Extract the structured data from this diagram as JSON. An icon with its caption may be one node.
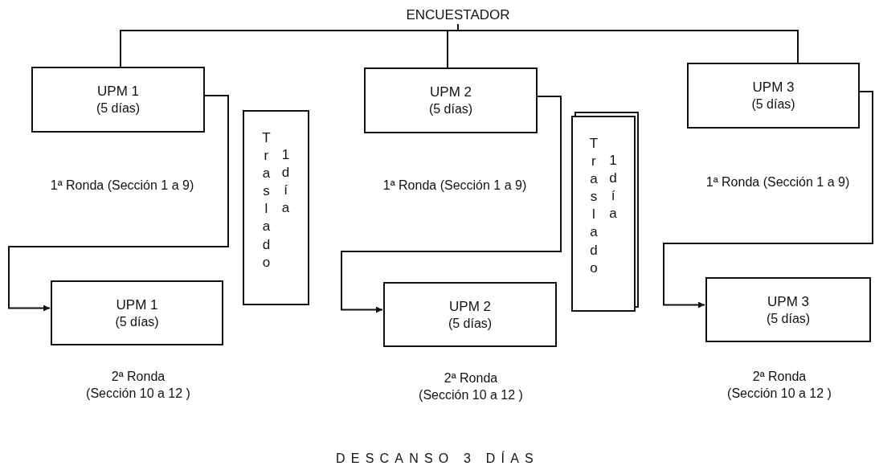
{
  "diagram": {
    "nodes": [
      {
        "text": [
          "ENCUESTADOR"
        ]
      },
      {
        "text": [
          "UPM 1",
          "(5 días)"
        ],
        "beside": [
          "1ª Ronda (Sección 1 a 9)"
        ]
      },
      {
        "text": [
          "UPM 1",
          "(5 días)"
        ],
        "beside": [
          "2ª Ronda (Sección 10 a 12 )"
        ]
      },
      {
        "text": [
          "Traslado",
          "1 día"
        ]
      },
      {
        "text": [
          "UPM 2",
          "(5 días)"
        ],
        "beside": [
          "1ª Ronda (Sección 1 a 9)"
        ]
      },
      {
        "text": [
          "UPM 2",
          "(5 días)"
        ],
        "beside": [
          "2ª Ronda (Sección 10 a 12 )"
        ]
      },
      {
        "text": [
          "Traslado",
          "1 día"
        ]
      },
      {
        "text": [
          "UPM 3",
          "(5 días)"
        ],
        "beside": [
          "1ª Ronda (Sección 1 a 9)"
        ]
      },
      {
        "text": [
          "UPM 3",
          "(5 días)"
        ],
        "beside": [
          "2ª Ronda (Sección 10 a 12 )"
        ]
      }
    ],
    "edges": [
      {
        "from": 0,
        "to": 1,
        "arrow": "none"
      },
      {
        "from": 0,
        "to": 4,
        "arrow": "none"
      },
      {
        "from": 0,
        "to": 7,
        "arrow": "none"
      },
      {
        "from": 1,
        "to": 2,
        "arrow": "to"
      },
      {
        "from": 4,
        "to": 5,
        "arrow": "to"
      },
      {
        "from": 7,
        "to": 8,
        "arrow": "to"
      }
    ],
    "labels": [
      "DESCANSO 3 DÍAS"
    ]
  }
}
